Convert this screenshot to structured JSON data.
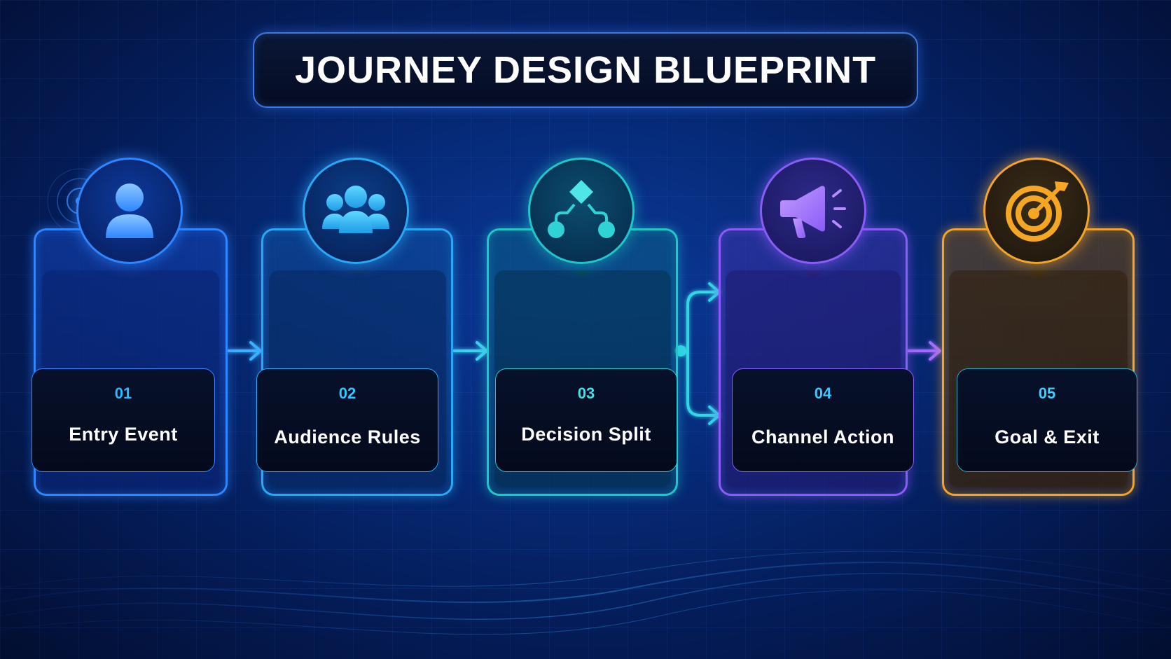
{
  "title": "JOURNEY DESIGN BLUEPRINT",
  "steps": [
    {
      "number": "01",
      "label": "Entry Event",
      "icon": "user-icon",
      "accent": "#2f86ff"
    },
    {
      "number": "02",
      "label": "Audience Rules",
      "icon": "group-icon",
      "accent": "#2aa8f5"
    },
    {
      "number": "03",
      "label": "Decision Split",
      "icon": "decision-icon",
      "accent": "#1fc7c9"
    },
    {
      "number": "04",
      "label": "Channel Action",
      "icon": "megaphone-icon",
      "accent": "#8a5cf6"
    },
    {
      "number": "05",
      "label": "Goal & Exit",
      "icon": "target-icon",
      "accent": "#f2a42b"
    }
  ]
}
